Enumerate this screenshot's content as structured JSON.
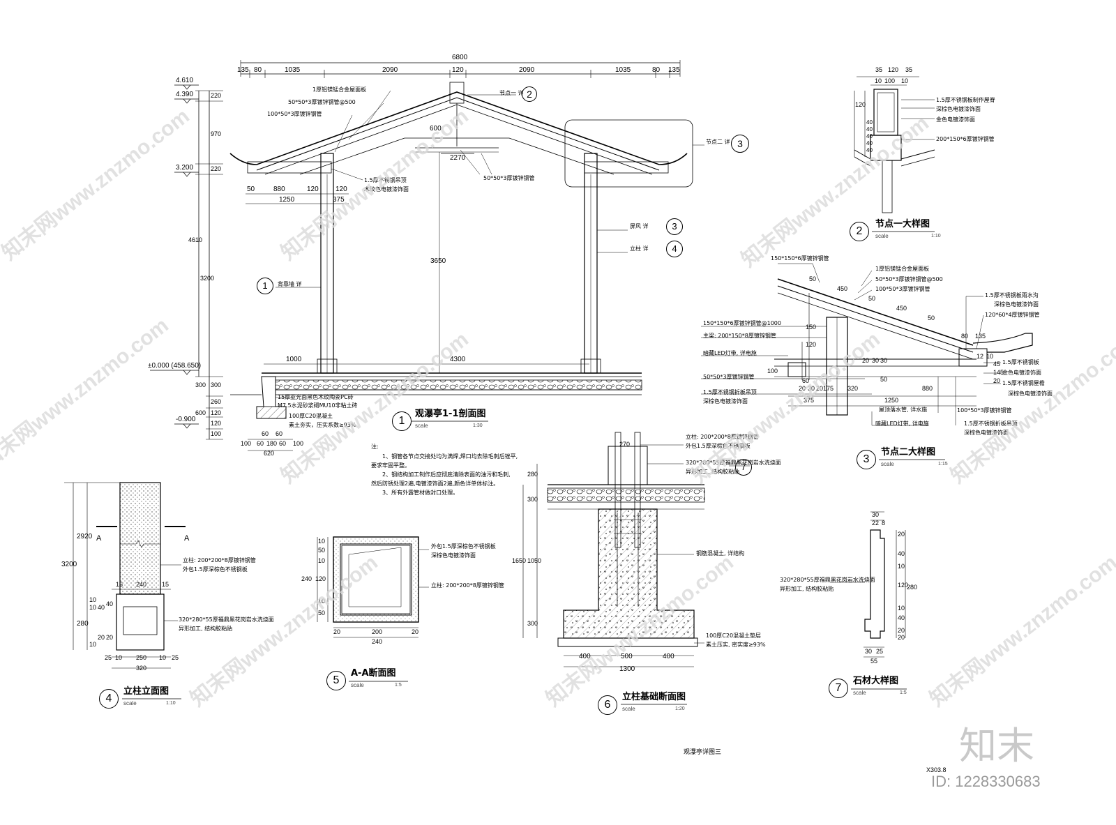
{
  "drawing": {
    "sheet_code": "X303.8",
    "sheet_name": "观瀑亭详图三",
    "brand": "知末",
    "id_text": "ID: 1228330683",
    "watermark": "知末网www.znzmo.com"
  },
  "views": {
    "v1": {
      "num": "1",
      "title": "观瀑亭1-1剖面图",
      "scale_word": "scale",
      "ratio": "1:30"
    },
    "v2": {
      "num": "2",
      "title": "节点一大样图",
      "scale_word": "scale",
      "ratio": "1:10"
    },
    "v3": {
      "num": "3",
      "title": "节点二大样图",
      "scale_word": "scale",
      "ratio": "1:15"
    },
    "v4": {
      "num": "4",
      "title": "立柱立面图",
      "scale_word": "scale",
      "ratio": "1:10"
    },
    "v5": {
      "num": "5",
      "title": "A-A断面图",
      "scale_word": "scale",
      "ratio": "1:5"
    },
    "v6": {
      "num": "6",
      "title": "立柱基础断面图",
      "scale_word": "scale",
      "ratio": "1:20"
    },
    "v7": {
      "num": "7",
      "title": "石材大样图",
      "scale_word": "scale",
      "ratio": "1:5"
    }
  },
  "section": {
    "top_total": "6800",
    "top_dims": [
      "135",
      "80",
      "1035",
      "2090",
      "120",
      "2090",
      "1035",
      "80",
      "135"
    ],
    "elevations": [
      "4.610",
      "4.390",
      "3.200",
      "±0.000 (458.650)",
      "-0.900"
    ],
    "left_dims": [
      "220",
      "970",
      "220",
      "4610",
      "3200",
      "300",
      "300",
      "260",
      "120",
      "600",
      "120",
      "100"
    ],
    "inner_dims": [
      "600",
      "2270",
      "3650",
      "1000",
      "4300"
    ],
    "eave_dims": [
      "50",
      "880",
      "120",
      "120",
      "1250",
      "375"
    ],
    "footing_dims": [
      "60",
      "60",
      "100",
      "60",
      "180",
      "60",
      "100",
      "620"
    ],
    "labels": {
      "roof_panel": "1厚铝镁锰合金屋面板",
      "purlin": "50*50*3厚镀锌钢管@500",
      "rafter": "100*50*3厚镀锌钢管",
      "ceiling": "1.5厚不锈钢吊顶",
      "ceiling_finish": "木纹色电镀漆饰面",
      "brace": "50*50*3厚镀锌钢管",
      "node1": "节点一 详",
      "node2": "节点二 详",
      "railing": "屏风 详",
      "column": "立柱 详",
      "backrest": "背靠墙 详",
      "floor1": "15厚亚光面黑色木纹陶瓷PC砖",
      "floor2": "M7.5水泥砂浆砌MU10非粘土砖",
      "floor3": "100厚C20混凝土",
      "floor4": "素土夯实，压实系数≥93%"
    },
    "bubbles": {
      "b2": "2",
      "b3": "3",
      "b3b": "3",
      "b4": "4",
      "b1": "1"
    }
  },
  "notes": {
    "head": "注:",
    "items": [
      "1、钢管各节点交接处均为满焊,焊口均去除毛刺后锉平,",
      "要求牢固平整。",
      "2、钢结构加工制作后应彻底清除表面的油污和毛刺,",
      "然后防锈处理2遍,电镀漆饰面2遍,颜色详单体标注。",
      "3、所有外露管材做封口处理。"
    ]
  },
  "node1": {
    "top_dims": [
      "35",
      "120",
      "35",
      "10",
      "100",
      "10"
    ],
    "side_dims": [
      "120",
      "40",
      "40",
      "40",
      "40",
      "40"
    ],
    "labels": [
      "1.5厚不锈钢板制作屋脊",
      "深棕色电镀漆饰面",
      "金色电镀漆饰面",
      "200*150*6厚镀锌钢管"
    ]
  },
  "node2": {
    "labels_left": [
      "150*150*6厚镀锌钢管",
      "150*150*6厚镀锌钢管@1000",
      "主梁: 200*150*8厚镀锌钢管",
      "暗藏LED灯带, 详电施",
      "50*50*3厚镀锌钢管",
      "1.5厚不锈钢折板吊顶",
      "深棕色电镀漆饰面"
    ],
    "labels_right": [
      "1厚铝镁锰合金屋面板",
      "50*50*3厚镀锌钢管@500",
      "100*50*3厚镀锌钢管",
      "1.5厚不锈钢板雨水沟",
      "深棕色电镀漆饰面",
      "120*60*4厚镀锌钢管",
      "1.5厚不锈钢板",
      "金色电镀漆饰面",
      "1.5厚不锈钢屋檐",
      "深棕色电镀漆饰面"
    ],
    "labels_bottom": [
      "屋顶落水管, 详水施",
      "100*50*3厚镀锌钢管",
      "暗藏LED灯带, 详电施",
      "1.5厚不锈钢折板吊顶",
      "深棕色电镀漆饰面"
    ],
    "dims": [
      "50",
      "450",
      "50",
      "450",
      "50",
      "80",
      "135",
      "150",
      "120",
      "100",
      "60",
      "20",
      "30",
      "20",
      "175",
      "320",
      "880",
      "375",
      "1250",
      "30",
      "50",
      "20",
      "30",
      "12",
      "10",
      "45",
      "145",
      "20"
    ]
  },
  "col_elev": {
    "dims_v": [
      "3200",
      "2920",
      "280",
      "10",
      "10",
      "40",
      "20",
      "40",
      "20",
      "10"
    ],
    "dims_h": [
      "15",
      "240",
      "15",
      "25",
      "10",
      "250",
      "10",
      "25",
      "320"
    ],
    "cut": "A",
    "labels": [
      "立柱: 200*200*8厚镀锌钢管",
      "外包1.5厚深棕色不锈钢板",
      "320*280*55厚福鼎黑花岗岩水洗烧面",
      "异形加工, 结构胶粘贴"
    ]
  },
  "aa": {
    "dims_v": [
      "10",
      "50",
      "10",
      "120",
      "10",
      "50",
      "240"
    ],
    "dims_h": [
      "20",
      "200",
      "20",
      "240"
    ],
    "labels": [
      "外包1.5厚深棕色不锈钢板",
      "深棕色电镀漆饰面",
      "立柱: 200*200*8厚镀锌钢管"
    ]
  },
  "footing": {
    "dims_v": [
      "280",
      "300",
      "1650",
      "1050",
      "300"
    ],
    "dims_h": [
      "270",
      "400",
      "500",
      "400",
      "1300"
    ],
    "labels": [
      "立柱: 200*200*8厚镀锌钢管",
      "外包1.5厚深棕色不锈钢板",
      "320*280*55厚福鼎黑花岗岩水洗烧面",
      "异形加工, 结构胶粘贴",
      "钢筋混凝土, 详结构",
      "100厚C20混凝土垫层",
      "素土压实, 密实度≥93%"
    ],
    "bubble": "7"
  },
  "stone": {
    "dims_v": [
      "20",
      "40",
      "10",
      "120",
      "280",
      "10",
      "40",
      "20",
      "20"
    ],
    "dims_h": [
      "30",
      "22",
      "8",
      "30",
      "25",
      "55"
    ],
    "labels": [
      "320*280*55厚福鼎黑花岗岩水洗烧面",
      "异形加工, 结构胶粘贴"
    ]
  }
}
